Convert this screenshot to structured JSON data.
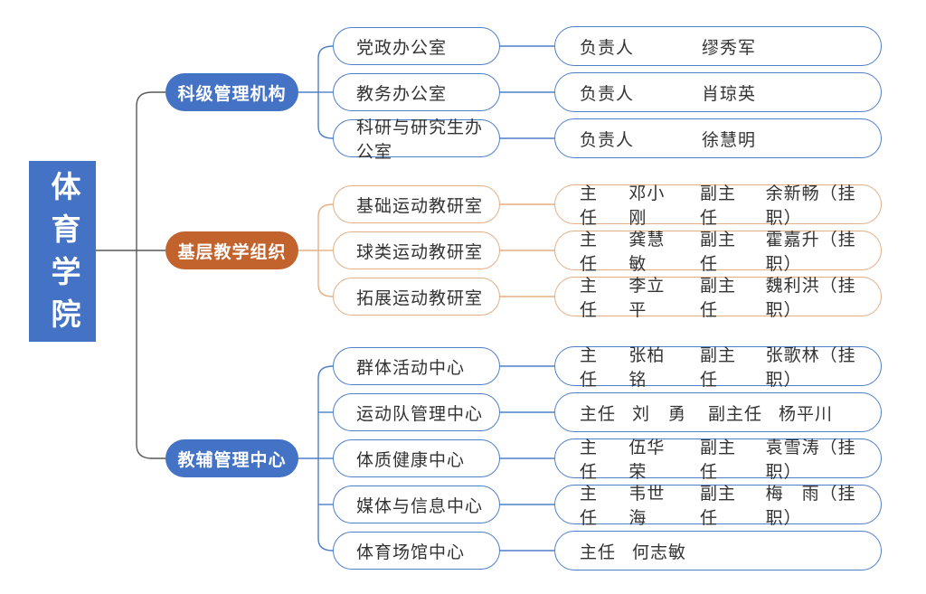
{
  "diagram": {
    "type": "org-chart",
    "root": {
      "label": "体育学院",
      "fill": "#4472C4",
      "text_color": "#FFFFFF"
    },
    "line_colors": {
      "trunk": "#595959",
      "blue": "#4E7FC8",
      "orange": "#E3AF85"
    },
    "sections": [
      {
        "name": "科级管理机构",
        "fill": "#4472C4",
        "children": [
          {
            "label": "党政办公室",
            "leaf": {
              "role1": "负责人",
              "name1": "缪秀军"
            }
          },
          {
            "label": "教务办公室",
            "leaf": {
              "role1": "负责人",
              "name1": "肖琼英"
            }
          },
          {
            "label": "科研与研究生办公室",
            "leaf": {
              "role1": "负责人",
              "name1": "徐慧明"
            }
          }
        ]
      },
      {
        "name": "基层教学组织",
        "fill": "#C2632E",
        "children": [
          {
            "label": "基础运动教研室",
            "leaf": {
              "role1": "主任",
              "name1": "邓小刚",
              "role2": "副主任",
              "name2": "余新畅（挂职）"
            }
          },
          {
            "label": "球类运动教研室",
            "leaf": {
              "role1": "主任",
              "name1": "龚慧敏",
              "role2": "副主任",
              "name2": "霍嘉升（挂职）"
            }
          },
          {
            "label": "拓展运动教研室",
            "leaf": {
              "role1": "主任",
              "name1": "李立平",
              "role2": "副主任",
              "name2": "魏利洪（挂职）"
            }
          }
        ]
      },
      {
        "name": "教辅管理中心",
        "fill": "#4472C4",
        "children": [
          {
            "label": "群体活动中心",
            "leaf": {
              "role1": "主任",
              "name1": "张柏铭",
              "role2": "副主任",
              "name2": "张歌林（挂职）"
            }
          },
          {
            "label": "运动队管理中心",
            "leaf": {
              "role1": "主任",
              "name1": "刘　勇",
              "role2": "副主任",
              "name2": "杨平川"
            }
          },
          {
            "label": "体质健康中心",
            "leaf": {
              "role1": "主任",
              "name1": "伍华荣",
              "role2": "副主任",
              "name2": "袁雪涛（挂职）"
            }
          },
          {
            "label": "媒体与信息中心",
            "leaf": {
              "role1": "主任",
              "name1": "韦世海",
              "role2": "副主任",
              "name2": "梅　雨（挂职）"
            }
          },
          {
            "label": "体育场馆中心",
            "leaf": {
              "role1": "主任",
              "name1": "何志敏"
            }
          }
        ]
      }
    ]
  }
}
